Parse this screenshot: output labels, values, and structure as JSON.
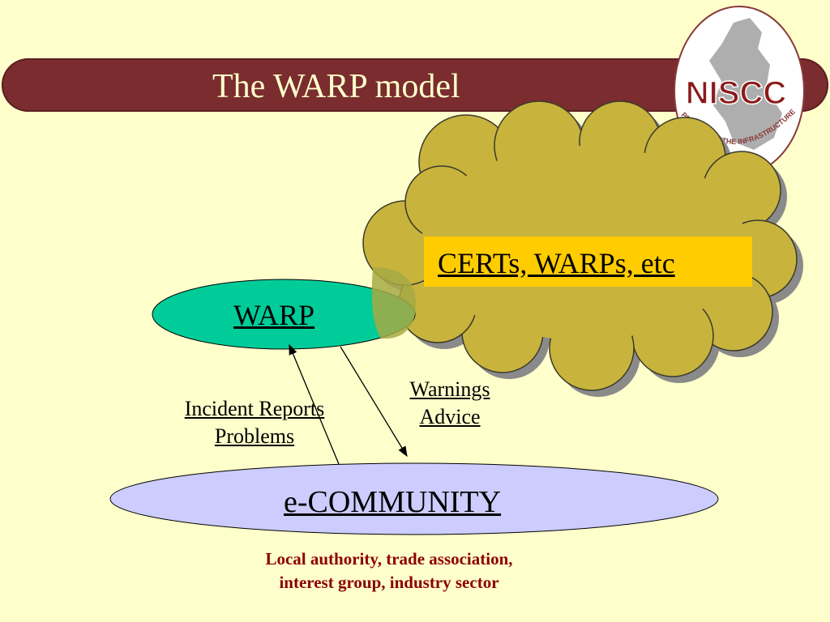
{
  "title": "The WARP model",
  "logo": {
    "acronym": "NISCC",
    "motto": "PROTECTING THE INFRASTRUCTURE"
  },
  "nodes": {
    "certs": "CERTs, WARPs, etc",
    "warp": "WARP",
    "community": "e-COMMUNITY"
  },
  "edges": {
    "up_label_lines": [
      "Incident Reports",
      "Problems"
    ],
    "down_label_lines": [
      "Warnings",
      "Advice"
    ]
  },
  "footer_lines": [
    "Local authority, trade association,",
    "interest group, industry sector"
  ],
  "colors": {
    "background": "#FFFFCC",
    "title_bar": "#7A2C2E",
    "title_text": "#FFFFCC",
    "cloud": "#C8B33D",
    "certs_box": "#FFCC00",
    "warp_oval": "#00CC99",
    "community_oval": "#CCCCFF",
    "footer_text": "#8B0000"
  }
}
